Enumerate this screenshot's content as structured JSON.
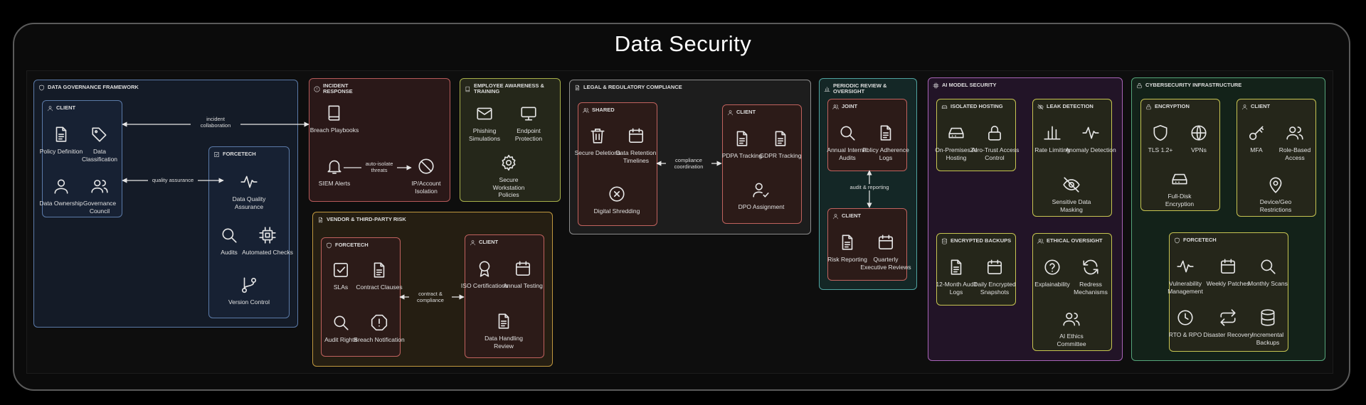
{
  "title": "Data Security",
  "colors": {
    "governance": "#5b7aa8",
    "incident": "#b55a5a",
    "awareness": "#a8b04a",
    "legal": "#8c8c8c",
    "red": "#c0625e",
    "periodic": "#4fa3a0",
    "ai": "#a964b8",
    "aisub": "#c7c452",
    "cyber": "#55a57a",
    "vendor": "#c0983f"
  },
  "governance": {
    "title": "DATA GOVERNANCE FRAMEWORK",
    "client": {
      "title": "CLIENT",
      "items": [
        "Policy Definition",
        "Data Classification",
        "Data Ownership",
        "Governance Council"
      ]
    },
    "forcetech": {
      "title": "FORCETECH",
      "items": [
        "Data Quality Assurance",
        "Audits",
        "Automated Checks",
        "Version Control"
      ]
    },
    "link_incident": "incident collaboration",
    "link_quality": "quality assurance"
  },
  "incident": {
    "title": "INCIDENT RESPONSE",
    "items": [
      "Breach Playbooks",
      "SIEM Alerts",
      "IP/Account Isolation"
    ],
    "link": "auto-isolate threats"
  },
  "awareness": {
    "title": "EMPLOYEE AWARENESS & TRAINING",
    "items": [
      "Phishing Simulations",
      "Endpoint Protection",
      "Secure Workstation Policies"
    ]
  },
  "vendor": {
    "title": "VENDOR & THIRD-PARTY RISK",
    "forcetech": {
      "title": "FORCETECH",
      "items": [
        "SLAs",
        "Contract Clauses",
        "Audit Rights",
        "Breach Notification"
      ]
    },
    "client": {
      "title": "CLIENT",
      "items": [
        "ISO Certifications",
        "Annual Testing",
        "Data Handling Review"
      ]
    },
    "link": "contract & compliance"
  },
  "legal": {
    "title": "LEGAL & REGULATORY COMPLIANCE",
    "shared": {
      "title": "SHARED",
      "items": [
        "Secure Deletions",
        "Data Retention Timelines",
        "Digital Shredding"
      ]
    },
    "client": {
      "title": "CLIENT",
      "items": [
        "PDPA Tracking",
        "GDPR Tracking",
        "DPO Assignment"
      ]
    },
    "link": "compliance coordination"
  },
  "periodic": {
    "title": "PERIODIC REVIEW & OVERSIGHT",
    "joint": {
      "title": "JOINT",
      "items": [
        "Annual Internal Audits",
        "Policy Adherence Logs"
      ]
    },
    "client": {
      "title": "CLIENT",
      "items": [
        "Risk Reporting",
        "Quarterly Executive Reviews"
      ]
    },
    "link": "audit & reporting"
  },
  "ai": {
    "title": "AI MODEL SECURITY",
    "isolated": {
      "title": "ISOLATED HOSTING",
      "items": [
        "On-Premises AI Hosting",
        "Zero-Trust Access Control"
      ]
    },
    "leak": {
      "title": "LEAK DETECTION",
      "items": [
        "Rate Limiting",
        "Anomaly Detection",
        "Sensitive Data Masking"
      ]
    },
    "backups": {
      "title": "ENCRYPTED BACKUPS",
      "items": [
        "12-Month Audit Logs",
        "Daily Encrypted Snapshots"
      ]
    },
    "ethical": {
      "title": "ETHICAL OVERSIGHT",
      "items": [
        "Explainability",
        "Redress Mechanisms",
        "AI Ethics Committee"
      ]
    }
  },
  "cyber": {
    "title": "CYBERSECURITY INFRASTRUCTURE",
    "encryption": {
      "title": "ENCRYPTION",
      "items": [
        "TLS 1.2+",
        "VPNs",
        "Full-Disk Encryption"
      ]
    },
    "client": {
      "title": "CLIENT",
      "items": [
        "MFA",
        "Role-Based Access",
        "Device/Geo Restrictions"
      ]
    },
    "forcetech": {
      "title": "FORCETECH",
      "items": [
        "Vulnerability Management",
        "Weekly Patches",
        "Monthly Scans",
        "RTO & RPO",
        "Disaster Recovery",
        "Incremental Backups"
      ]
    }
  }
}
